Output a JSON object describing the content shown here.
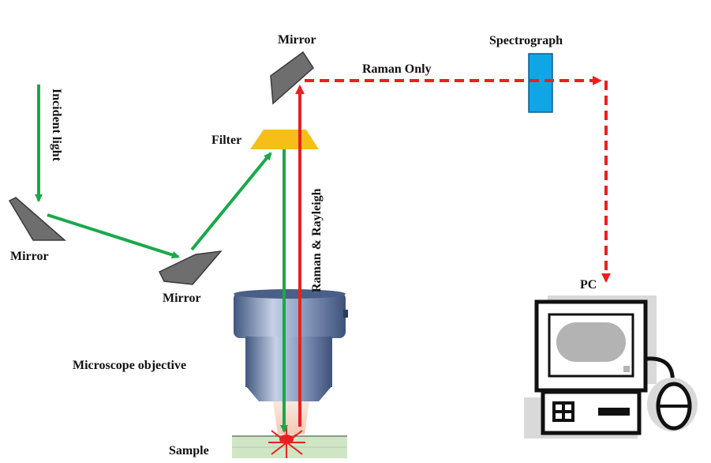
{
  "labels": {
    "incident_light": "Incident light",
    "mirror_left": "Mirror",
    "mirror_mid": "Mirror",
    "mirror_top": "Mirror",
    "filter": "Filter",
    "raman_rayleigh": "Raman & Rayleigh",
    "raman_only": "Raman Only",
    "spectrograph": "Spectrograph",
    "pc": "PC",
    "microscope_objective": "Microscope objective",
    "sample": "Sample"
  },
  "colors": {
    "green_beam": "#1aa84a",
    "red_beam": "#e8211f",
    "mirror": "#6e6e6e",
    "filter": "#f6bf17",
    "spectrograph": "#10a6e6",
    "objective": "#7e93b8",
    "pc": "#111111",
    "sample_layer": "#cfe5c4"
  },
  "icons": [
    "mirror-icon",
    "filter-icon",
    "spectrograph-icon",
    "microscope-objective-icon",
    "sample-icon",
    "pc-icon",
    "mouse-icon"
  ]
}
